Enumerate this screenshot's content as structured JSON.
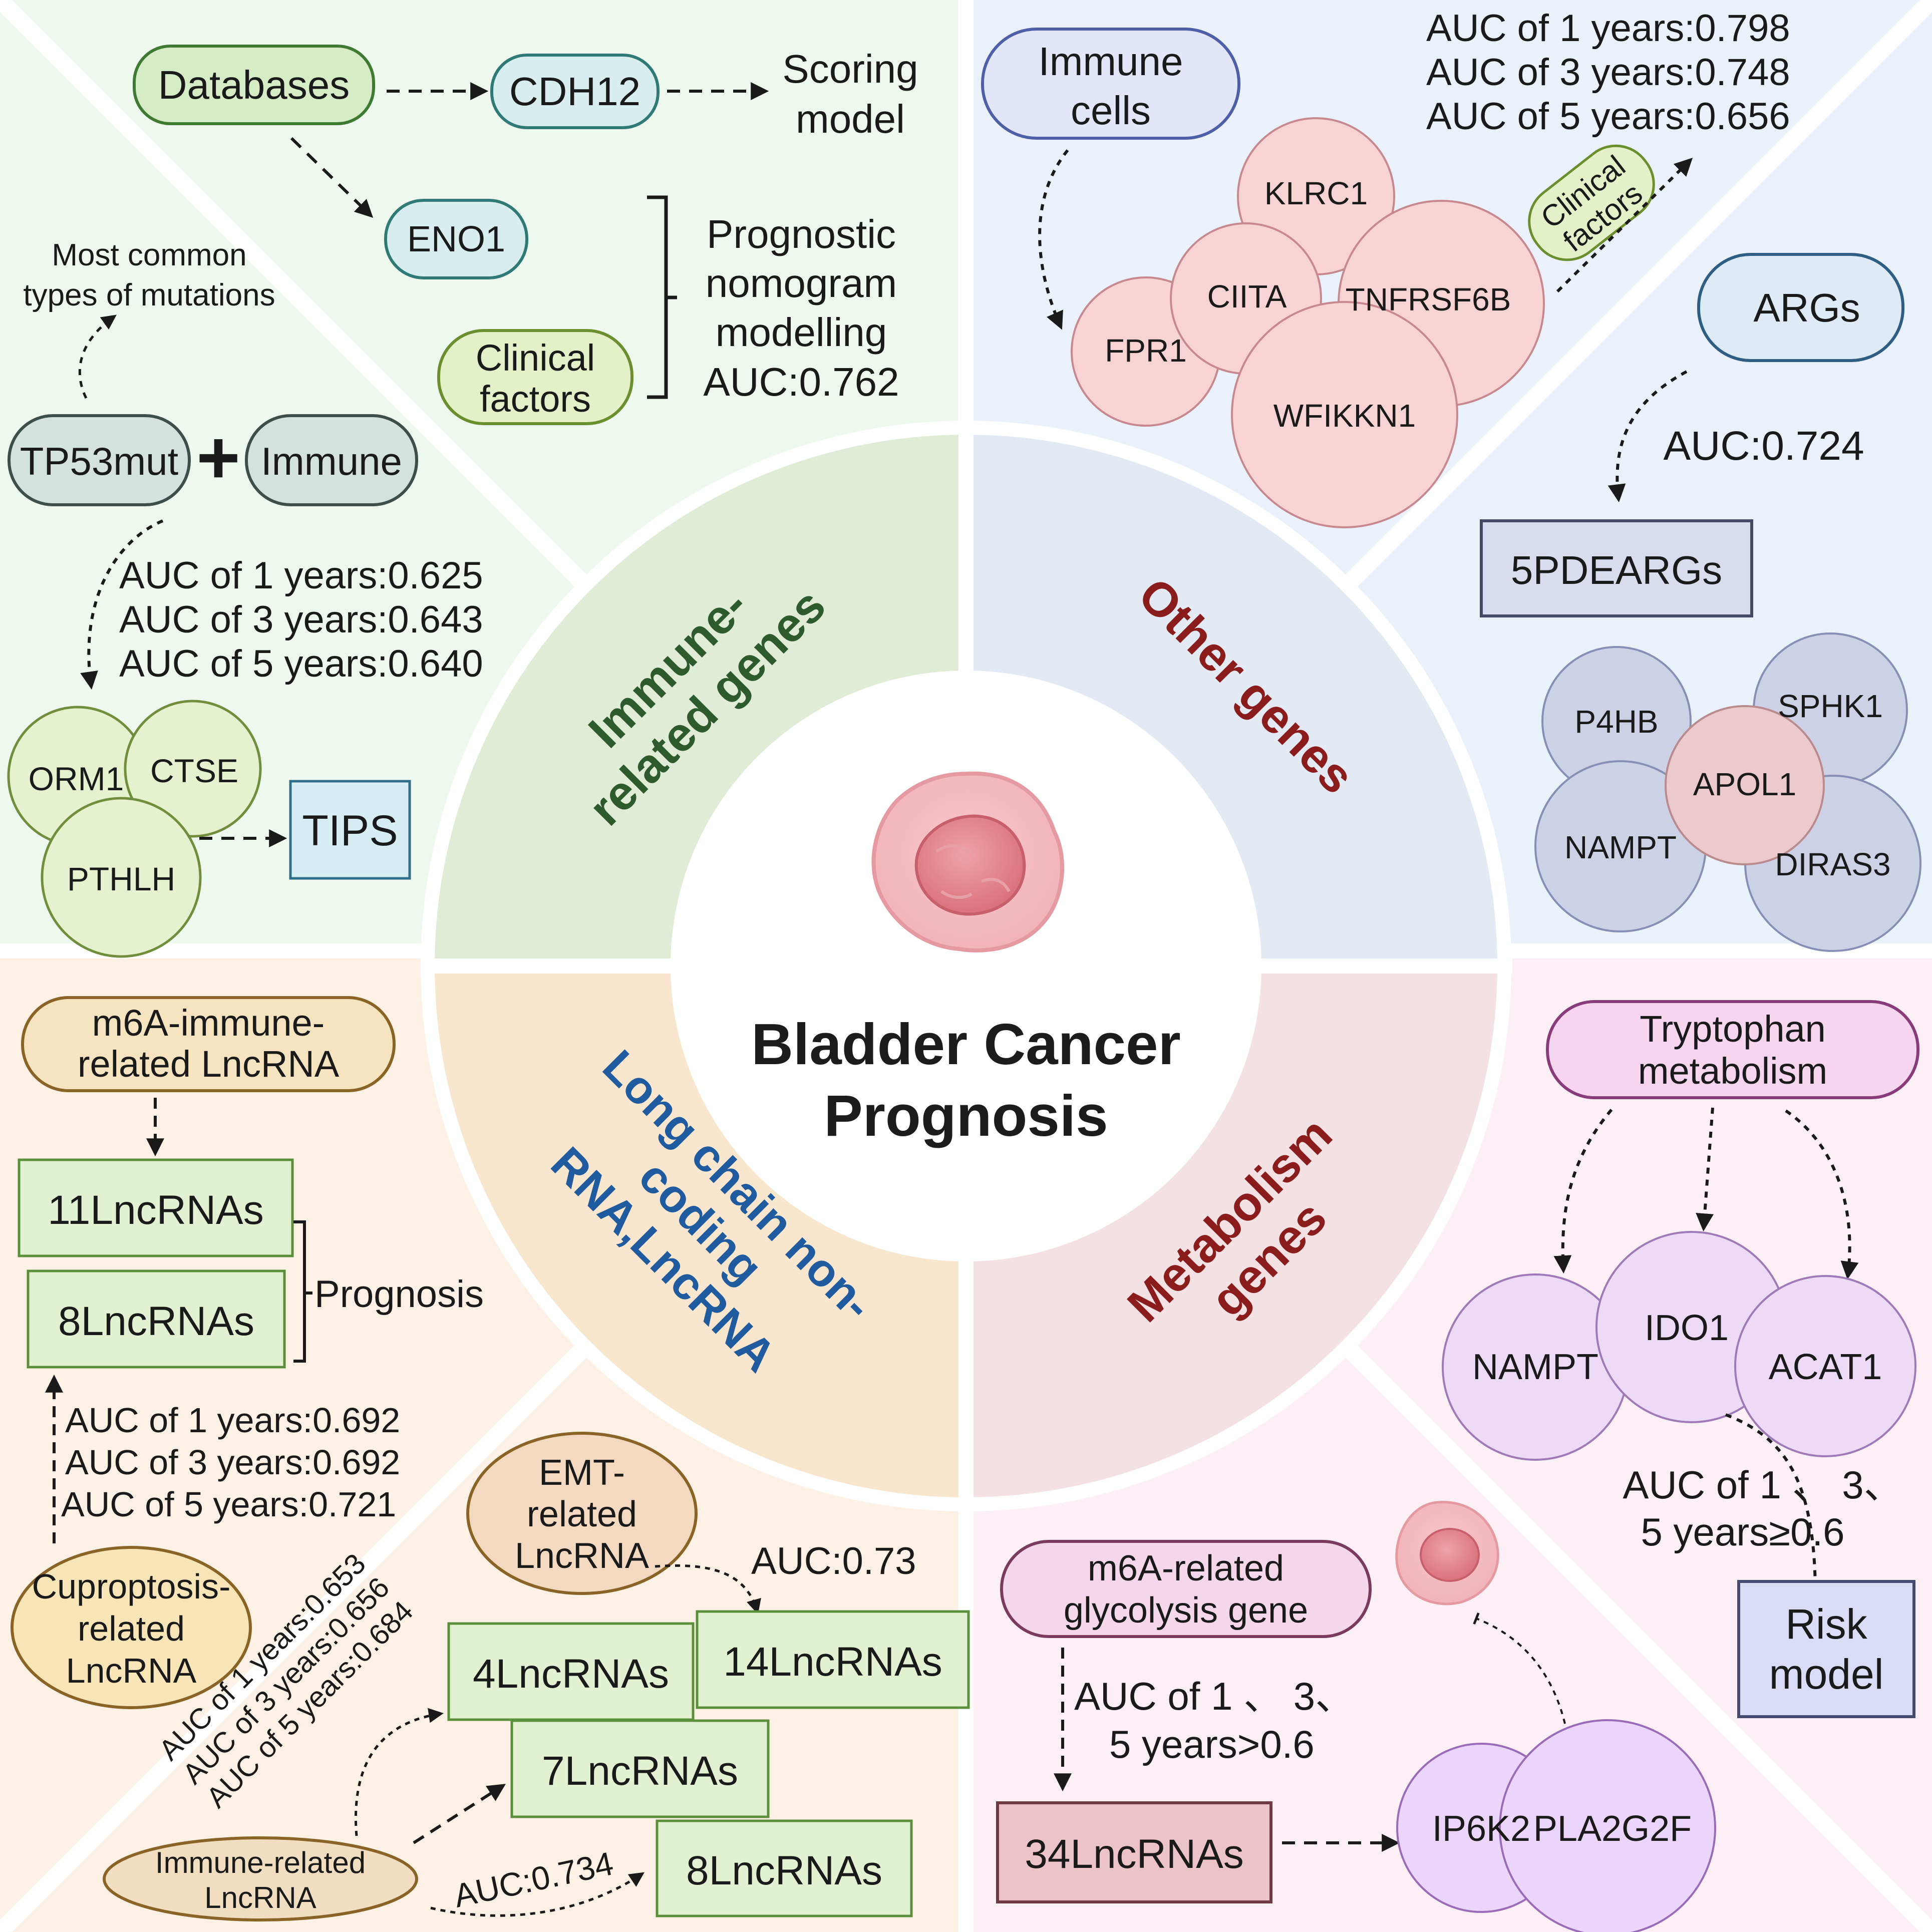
{
  "colors": {
    "tl_bg": "#eef8ee",
    "tr_bg": "#eaf1fa",
    "bl_bg": "#fcf1e4",
    "br_bg": "#fcf0f6",
    "immune_sector": "#e1ecd7",
    "other_sector": "#e4eaf4",
    "lnc_sector": "#f8e6cf",
    "metab_sector": "#f4e1e4",
    "immune_title": "#2e5b2e",
    "other_title": "#8b1c1c",
    "lnc_title": "#1f5b9e",
    "metab_title": "#8b1c1c"
  },
  "center": {
    "title_line1": "Bladder Cancer",
    "title_line2": "Prognosis",
    "icon": "tumor-cell-icon"
  },
  "sectors": {
    "immune": {
      "line1": "Immune-",
      "line2": "related genes"
    },
    "other": {
      "line1": "Other genes"
    },
    "lnc": {
      "line1": "Long chain non-",
      "line2": "coding",
      "line3": "RNA,LncRNA"
    },
    "metab": {
      "line1": "Metabolism",
      "line2": "genes"
    }
  },
  "top_left": {
    "databases": "Databases",
    "cdh12": "CDH12",
    "scoring_line1": "Scoring",
    "scoring_line2": "model",
    "eno1": "ENO1",
    "clinical_line1": "Clinical",
    "clinical_line2": "factors",
    "nomogram": {
      "line1": "Prognostic",
      "line2": "nomogram",
      "line3": "modelling",
      "line4": "AUC:0.762"
    },
    "mutations_line1": "Most common",
    "mutations_line2": "types of mutations",
    "tp53": "TP53mut",
    "plus": "+",
    "immune": "Immune",
    "auc": [
      "AUC of 1 years:0.625",
      "AUC of 3 years:0.643",
      "AUC of 5 years:0.640"
    ],
    "genes": [
      "ORM1",
      "CTSE",
      "PTHLH"
    ],
    "tips": "TIPS"
  },
  "top_right": {
    "immune_cells_line1": "Immune",
    "immune_cells_line2": "cells",
    "auc": [
      "AUC of 1 years:0.798",
      "AUC of 3 years:0.748",
      "AUC of 5 years:0.656"
    ],
    "clinical_line1": "Clinical",
    "clinical_line2": "factors",
    "genes": [
      "KLRC1",
      "TNFRSF6B",
      "CIITA",
      "FPR1",
      "WFIKKN1"
    ],
    "args": "ARGs",
    "args_auc": "AUC:0.724",
    "pdeargs": "5PDEARGs",
    "pde_genes": [
      "P4HB",
      "SPHK1",
      "APOL1",
      "NAMPT",
      "DIRAS3"
    ]
  },
  "bottom_left": {
    "m6a_line1": "m6A-immune-",
    "m6a_line2": "related LncRNA",
    "lnc11": "11LncRNAs",
    "lnc8a": "8LncRNAs",
    "prognosis": "Prognosis",
    "auc": [
      "AUC of 1 years:0.692",
      "AUC of 3 years:0.692",
      "AUC of 5  years:0.721"
    ],
    "cupro": {
      "line1": "Cuproptosis-",
      "line2": "related",
      "line3": "LncRNA"
    },
    "emt": {
      "line1": "EMT-",
      "line2": "related",
      "line3": "LncRNA"
    },
    "emt_auc": "AUC:0.73",
    "lnc14": "14LncRNAs",
    "lnc4": "4LncRNAs",
    "lnc7": "7LncRNAs",
    "lnc8b": "8LncRNAs",
    "immune_rel_line1": "Immune-related",
    "immune_rel_line2": "LncRNA",
    "rot_auc": [
      "AUC of 1 years:0.653",
      "AUC of 3 years:0.656",
      "AUC of 5  years:0.684"
    ],
    "auc_734": "AUC:0.734"
  },
  "bottom_right": {
    "trp_line1": "Tryptophan",
    "trp_line2": "metabolism",
    "genes": [
      "NAMPT",
      "IDO1",
      "ACAT1"
    ],
    "auc_line1": "AUC of 1 、 3、",
    "auc_line2": "5 years≥0.6",
    "risk_line1": "Risk",
    "risk_line2": "model",
    "m6a_line1": "m6A-related",
    "m6a_line2": "glycolysis gene",
    "m6a_auc_line1": "AUC of 1 、 3、",
    "m6a_auc_line2": "5 years>0.6",
    "lnc34": "34LncRNAs",
    "genes2": [
      "IP6K2",
      "PLA2G2F"
    ]
  }
}
